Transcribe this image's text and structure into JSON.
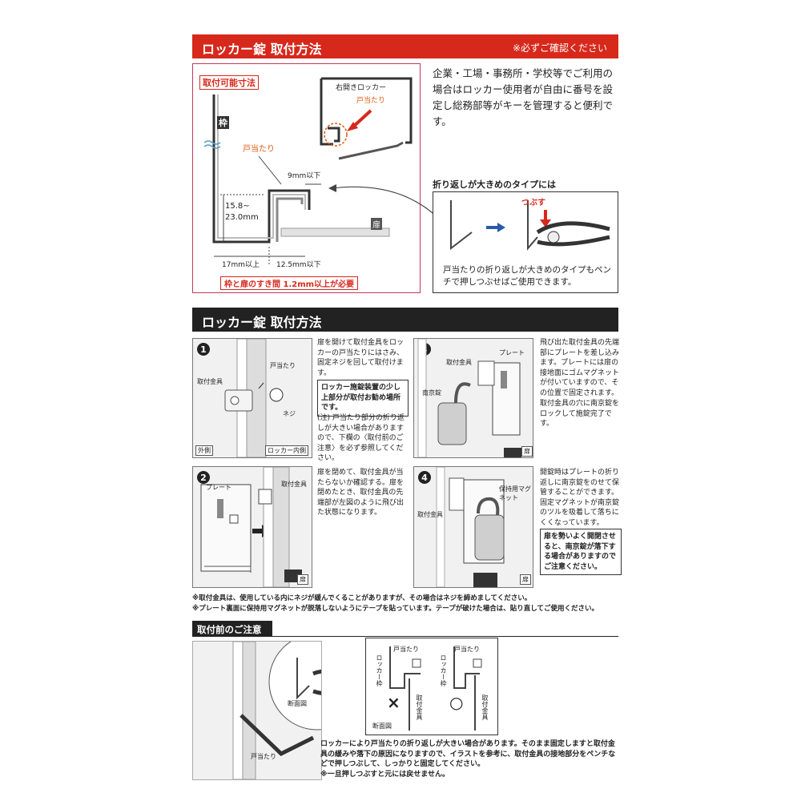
{
  "section1": {
    "title": "ロッカー錠 取付方法",
    "notice": "※必ずご確認ください",
    "dims_box": {
      "label": "取付可能寸法",
      "frame_label": "枠",
      "door_label": "扉",
      "stop_label": "戸当たり",
      "dim_9": "9mm以下",
      "dim_range_top": "15.8~",
      "dim_range_bottom": "23.0mm",
      "dim_17": "17mm以上",
      "dim_125": "12.5mm以下",
      "gap_note": "枠と扉のすき間 1.2mm以上が必要",
      "locker_label": "右開きロッカー",
      "locker_stop": "戸当たり"
    },
    "description": "企業・工場・事務所・学校等でご利用の場合はロッカー使用者が自由に番号を設定し総務部等がキーを管理すると便利です。",
    "folded": {
      "heading": "折り返しが大きめのタイプには",
      "crush_label": "つぶす",
      "caption": "戸当たりの折り返しが大きめのタイプもペンチで押しつぶせばご使用できます。"
    }
  },
  "section2": {
    "title": "ロッカー錠 取付方法",
    "steps": [
      {
        "num": "1",
        "labels": {
          "stop": "戸当たり",
          "bracket": "取付金具",
          "screw": "ネジ",
          "outside": "外側",
          "inside": "ロッカー内側"
        },
        "text": "扉を開けて取付金具をロッカーの戸当たりにはさみ、固定ネジを回して取付けます。",
        "box": "ロッカー施錠装置の少し上部分が取付お勧め場所です。",
        "note": "(注) 戸当たり部分の折り返しが大きい場合がありますので、下欄の〈取付前のご注意〉を必ず参照してください。"
      },
      {
        "num": "2",
        "labels": {
          "plate": "プレート",
          "bracket": "取付金具",
          "door": "扉"
        },
        "text": "扉を閉めて、取付金具が当たらないか確認する。扉を閉めたとき、取付金具の先端部が左図のように飛び出た状態になります。"
      },
      {
        "num": "3",
        "labels": {
          "bracket": "取付金具",
          "plate": "プレート",
          "padlock": "南京錠",
          "door": "扉"
        },
        "text": "飛び出た取付金具の先端部にプレートを差し込みます。プレートには扉の接地面にゴムマグネットが付いていますので、その位置で固定されます。",
        "text2": "取付金具の穴に南京錠をロックして施錠完了です。"
      },
      {
        "num": "4",
        "labels": {
          "bracket": "取付金具",
          "magnet": "保持用マグネット",
          "door": "扉"
        },
        "text": "開錠時はプレートの折り返しに南京錠をのせて保管することができます。固定マグネットが南京錠のツルを吸着して落ちにくくなっています。",
        "box": "扉を勢いよく開閉させると、南京錠が落下する場合がありますのでご注意ください。"
      }
    ],
    "footnotes": [
      "※取付金具は、使用している内にネジが緩んでくることがありますが、その場合はネジを締めましてください。",
      "※プレート裏面に保持用マグネットが脱落しないようにテープを貼っています。テープが破けた場合は、貼り直してご使用ください。"
    ]
  },
  "section3": {
    "title": "取付前のご注意",
    "labels": {
      "section_view": "断面図",
      "stop": "戸当たり",
      "frame": "ロッカー枠",
      "bracket": "取付金具",
      "bad": "×",
      "good": "○"
    },
    "text": "ロッカーにより戸当たりの折り返しが大きい場合があります。そのまま固定しますと取付金具の緩みや落下の原因になりますので、イラストを参考に、取付金具の接地部分をペンチなどで押しつぶして、しっかりと固定してください。",
    "note": "※一旦押しつぶすと元には戻せません。"
  }
}
